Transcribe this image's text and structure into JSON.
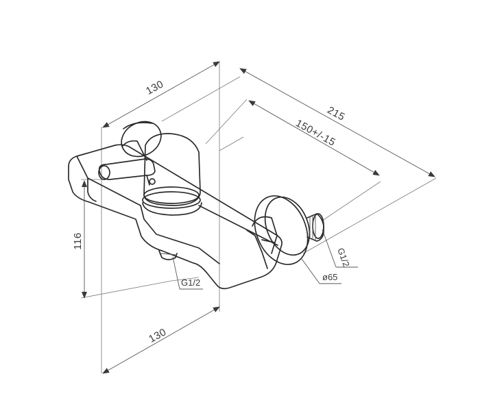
{
  "dimensions": {
    "top_width": "130",
    "overall_length": "215",
    "connection_span": "150+/-15",
    "height": "116",
    "bottom_width": "130",
    "outlet_thread": "G1/2",
    "inlet_thread": "G1/2",
    "flange_diameter": "ø65"
  },
  "colors": {
    "line": "#2b2b2b",
    "dimension": "#555555",
    "background": "#ffffff"
  }
}
